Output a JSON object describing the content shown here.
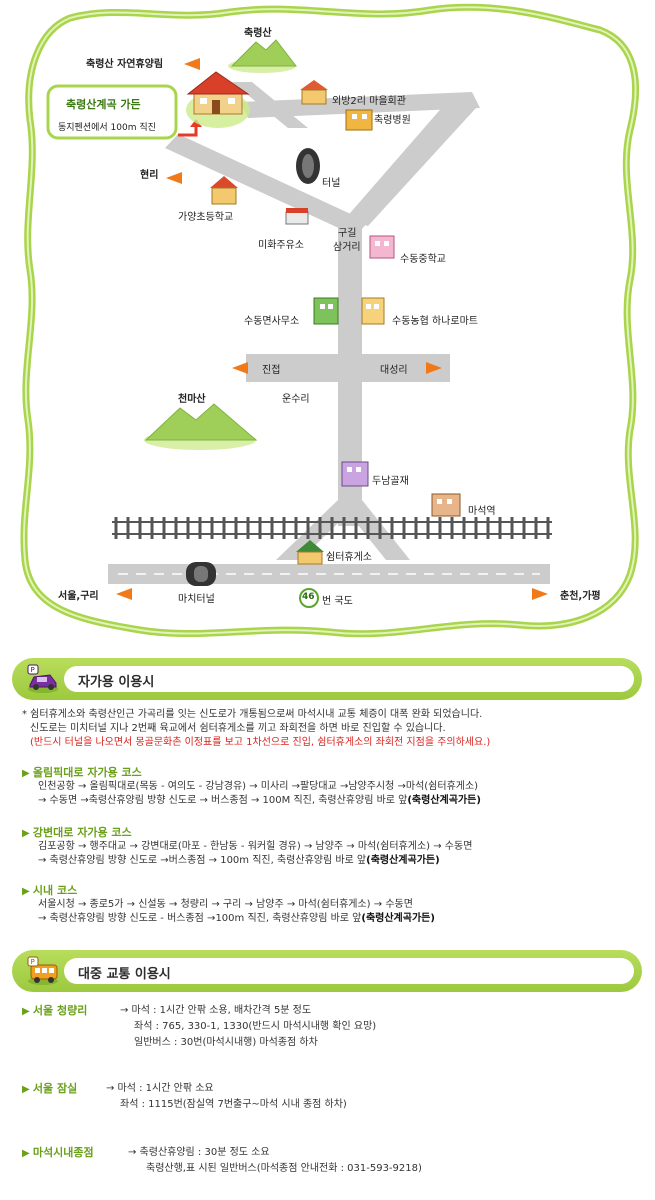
{
  "map": {
    "landmarks": {
      "mt_chungnyeong": "축령산",
      "recreation_forest": "축령산 자연휴양림",
      "garden_title": "축령산계곡 가든",
      "garden_sub": "동지펜션에서 100m 직진",
      "oebang_hall": "외방2리 마을회관",
      "hospital": "축령병원",
      "tunnel": "터널",
      "hyeonri": "현리",
      "gayang_school": "가양초등학교",
      "miwha_gas": "미화주유소",
      "gugil_junction_1": "구길",
      "gugil_junction_2": "삼거리",
      "sudong_middle": "수동중학교",
      "sudong_office": "수동면사무소",
      "sudong_mart": "수동농협 하나로마트",
      "jinjeop": "진접",
      "daeseongri": "대성리",
      "mt_cheonma": "천마산",
      "unsuri": "운수리",
      "dunamgoljae": "두남골재",
      "maseok_station": "마석역",
      "rest_area": "쉼터휴게소",
      "seoul_guri": "서울,구리",
      "machi_tunnel": "마치터널",
      "route_num": "46",
      "route_suffix": "번 국도",
      "chuncheon": "춘천,가평"
    }
  },
  "car": {
    "title": "자가용 이용시",
    "notes": [
      "* 쉼터휴게소와 축령산인근 가곡리를 잇는 신도로가 개통됨으로써 마석시내 교통 체증이 대폭 완화 되었습니다.",
      "신도로는 미치터널 지나 2번째 육교에서 쉼터휴게소를 끼고 좌회전을 하면 바로 진입할 수 있습니다.",
      "(반드시 터널을 나오면서 몽골문화촌 이정표를 보고 1차선으로 진입, 쉼터휴게소의 좌회전 지점을 주의하세요.)"
    ],
    "courses": [
      {
        "head": "올림픽대로 자가용 코스",
        "line1": "인천공항 → 올림픽대로(목동 - 여의도 - 강남경유) → 미사리 →팔당대교 →남양주시청 →마석(쉼터휴게소)",
        "line2": "→ 수동면 →축령산휴양림 방향 신도로 → 버스종점 → 100M 직진, 축령산휴양림 바로 앞",
        "dest": "(축령산계곡가든)"
      },
      {
        "head": "강변대로 자가용 코스",
        "line1": "김포공항 → 행주대교 → 강변대로(마포 - 한남동 - 워커힐 경유) → 남양주 → 마석(쉼터휴게소) → 수동면",
        "line2": "→ 축령산휴양림 방향 신도로 →버스종점 → 100m 직진, 축령산휴양림 바로 앞",
        "dest": "(축령산계곡가든)"
      },
      {
        "head": "시내 코스",
        "line1": "서울시청 → 종로5가 → 신설동 → 청량리 → 구리 → 남양주 → 마석(쉼터휴게소) → 수동면",
        "line2": "→ 축령산휴양림 방향 신도로 - 버스종점 →100m 직진, 축령산휴양림 바로 앞",
        "dest": "(축령산계곡가든)"
      }
    ]
  },
  "bus": {
    "title": "대중 교통 이용시",
    "routes": [
      {
        "head": "서울 청량리",
        "lines": [
          "→ 마석 : 1시간 안팎 소용, 배차간격 5분 정도",
          "좌석 : 765, 330-1, 1330(반드시 마석시내행 확인 요망)",
          "일반버스 : 30번(마석시내행) 마석종점 하차"
        ]
      },
      {
        "head": "서울 잠실",
        "lines": [
          "→ 마석 : 1시간 안팎 소요",
          "좌석 : 1115번(잠실역 7번출구~마석 시내 종점 하차)"
        ]
      },
      {
        "head": "마석시내종점",
        "lines": [
          "→ 축령산휴양림 : 30분 정도 소요",
          "축령산행,표 시된 일반버스(마석종점 안내전화 : 031-593-9218)"
        ]
      }
    ]
  },
  "colors": {
    "green": "#9cc93e",
    "road": "#c8c8c8",
    "red": "#d9231d",
    "orange": "#f07a1a"
  }
}
